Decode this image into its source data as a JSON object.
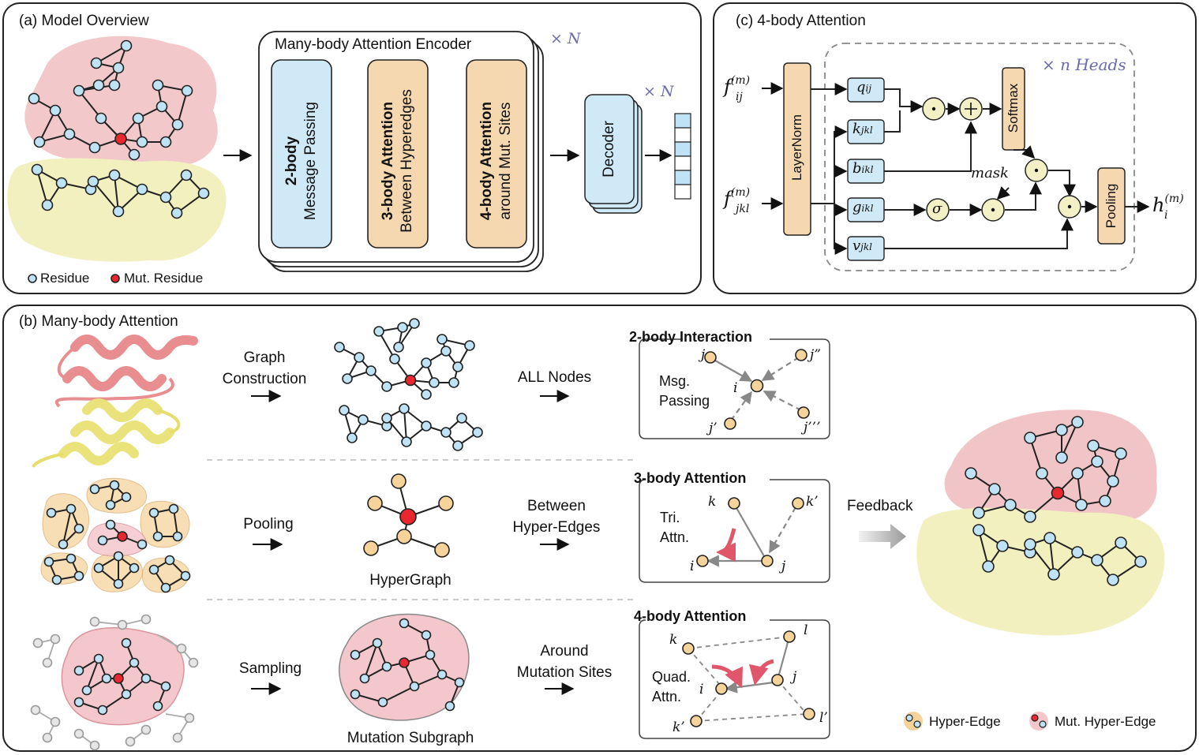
{
  "panel_a": {
    "title": "(a)  Model Overview",
    "encoder_title": "Many-body Attention Encoder",
    "repeat_label": "× N",
    "block1_bold": "2-body",
    "block1_text": "Message Passing",
    "block2_bold": "3-body Attention",
    "block2_text": "Between Hyperedges",
    "block3_bold": "4-body Attention",
    "block3_text": "around Mut. Sites",
    "decoder_label": "Decoder",
    "decoder_repeat_label": "× N",
    "legend_residue": "Residue",
    "legend_mut_residue": "Mut. Residue"
  },
  "panel_c": {
    "title": "(c)  4-body Attention",
    "heads_label": "× n Heads",
    "input_top": "f",
    "input_top_sup": "(m)",
    "input_top_sub": "ij",
    "input_bottom": "f",
    "input_bottom_sup": "(m)",
    "input_bottom_sub": "jkl",
    "layernorm_label": "LayerNorm",
    "softmax_label": "Softmax",
    "pooling_label": "Pooling",
    "mask_label": "mask",
    "sigma_label": "σ",
    "output": "h",
    "output_sup": "(m)",
    "output_sub": "i",
    "q": "q",
    "q_sub": "ij",
    "k": "k",
    "k_sub": "jkl",
    "b": "b",
    "b_sub": "ikl",
    "g": "g",
    "g_sub": "ikl",
    "v": "v",
    "v_sub": "jkl"
  },
  "panel_b": {
    "title": "(b)  Many-body Attention",
    "row1_step": "Graph\nConstruction",
    "row1_target": "ALL Nodes",
    "row1_box_title": "2-body Interaction",
    "row1_box_text": "Msg.\nPassing",
    "row1_nodes": {
      "i": "i",
      "j": "j",
      "j2": "j”",
      "j3": "j’",
      "j4": "j’’’"
    },
    "row2_step": "Pooling",
    "row2_caption": "HyperGraph",
    "row2_target": "Between\nHyper-Edges",
    "row2_box_title": "3-body Attention",
    "row2_box_text": "Tri.\nAttn.",
    "row2_nodes": {
      "k": "k",
      "k2": "k’",
      "i": "i",
      "j": "j"
    },
    "row3_step": "Sampling",
    "row3_caption": "Mutation Subgraph",
    "row3_target": "Around\nMutation Sites",
    "row3_box_title": "4-body Attention",
    "row3_box_text": "Quad.\nAttn.",
    "row3_nodes": {
      "k": "k",
      "l": "l",
      "i": "i",
      "j": "j",
      "k2": "k’",
      "l2": "l’"
    },
    "feedback_label": "Feedback",
    "legend_hyper_edge": "Hyper-Edge",
    "legend_mut_hyper_edge": "Mut. Hyper-Edge"
  },
  "colors": {
    "residue": "#bfe3f4",
    "mutation": "#e8282e",
    "encoder_blue": "#cfe9f7",
    "encoder_orange": "#f6d8b0",
    "hyper_edge": "#f6d39b",
    "mut_hyper_edge": "#f4c7cc",
    "protein_pink": "#f1c5c8",
    "protein_yellow": "#f3f0c0"
  }
}
